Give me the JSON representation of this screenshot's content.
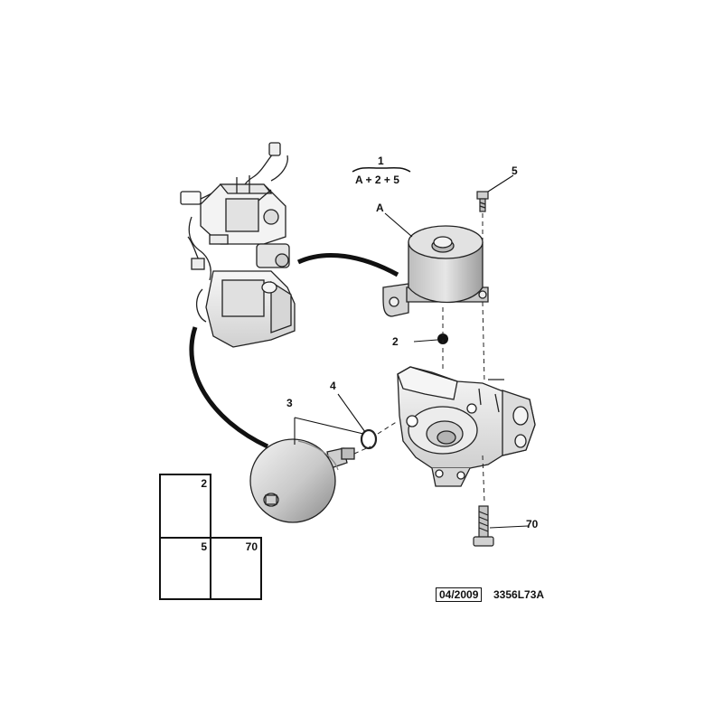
{
  "callouts": {
    "assembly_number": "1",
    "assembly_formula": "A + 2 + 5",
    "part_a": "A",
    "part_2": "2",
    "part_3": "3",
    "part_4": "4",
    "part_5": "5",
    "part_70": "70"
  },
  "inset": {
    "box_2_label": "2",
    "box_5_label": "5",
    "box_70_label": "70"
  },
  "footer": {
    "date": "04/2009",
    "reference": "3356L73A"
  },
  "colors": {
    "line": "#111111",
    "part_fill": "#d9d9d9",
    "part_shade": "#a8a8a8",
    "light_fill": "#f2f2f2"
  }
}
